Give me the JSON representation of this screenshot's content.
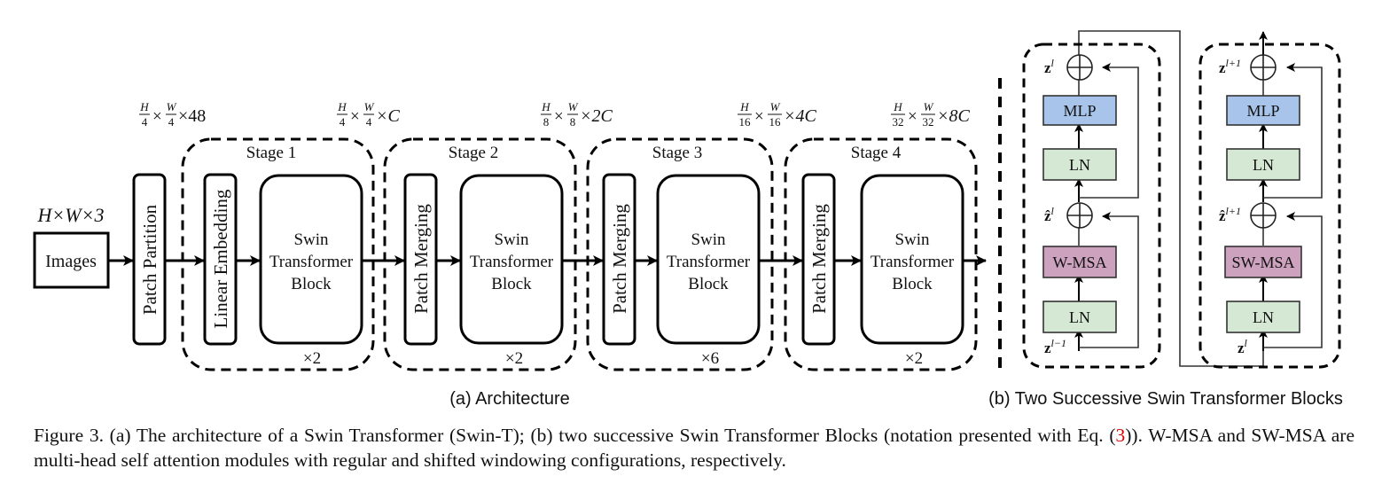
{
  "figure": {
    "arch": {
      "input_dim": "H×W×3",
      "images_label": "Images",
      "patch_partition_label": "Patch Partition",
      "linear_embedding_label": "Linear Embedding",
      "patch_merging_label": "Patch Merging",
      "swin_block_lines": [
        "Swin",
        "Transformer",
        "Block"
      ],
      "dims": [
        {
          "h_den": "4",
          "w_den": "4",
          "ch": "×48"
        },
        {
          "h_den": "4",
          "w_den": "4",
          "ch": "×C"
        },
        {
          "h_den": "8",
          "w_den": "8",
          "ch": "×2C"
        },
        {
          "h_den": "16",
          "w_den": "16",
          "ch": "×4C"
        },
        {
          "h_den": "32",
          "w_den": "32",
          "ch": "×8C"
        }
      ],
      "frac_num_h": "H",
      "frac_num_w": "W",
      "times": "×",
      "stages": [
        {
          "label": "Stage 1",
          "repeat": "×2"
        },
        {
          "label": "Stage 2",
          "repeat": "×2"
        },
        {
          "label": "Stage 3",
          "repeat": "×6"
        },
        {
          "label": "Stage 4",
          "repeat": "×2"
        }
      ],
      "subcaption": "(a) Architecture"
    },
    "blocks": {
      "subcaption": "(b) Two Successive Swin Transformer Blocks",
      "block1": {
        "mlp": "MLP",
        "ln_top": "LN",
        "attn": "W-MSA",
        "ln_bottom": "LN",
        "out_var": "z",
        "out_sup": "l",
        "mid_var": "ẑ",
        "mid_sup": "l",
        "in_var": "z",
        "in_sup": "l−1"
      },
      "block2": {
        "mlp": "MLP",
        "ln_top": "LN",
        "attn": "SW-MSA",
        "ln_bottom": "LN",
        "out_var": "z",
        "out_sup": "l+1",
        "mid_var": "ẑ",
        "mid_sup": "l+1",
        "in_var": "z",
        "in_sup": "l"
      },
      "colors": {
        "mlp": "#a9c4eb",
        "ln": "#d5e8d4",
        "attn": "#cda2be"
      }
    },
    "caption": {
      "part1": "Figure 3. (a) The architecture of a Swin Transformer (Swin-T); (b) two successive Swin Transformer Blocks (notation presented with Eq. (",
      "ref": "3",
      "part2": ")). W-MSA and SW-MSA are multi-head self attention modules with regular and shifted windowing configurations, respectively."
    }
  }
}
